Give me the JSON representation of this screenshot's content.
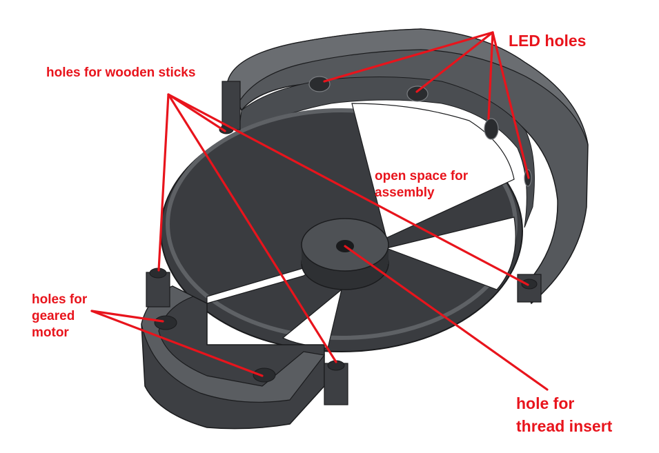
{
  "colors": {
    "annotation": "#e8141c",
    "part_dark": "#3a3c40",
    "part_mid": "#4e5155",
    "part_light": "#6a6d71",
    "edge": "#1a1b1d",
    "background": "#ffffff"
  },
  "labels": {
    "sticks": [
      "holes for wooden sticks"
    ],
    "led": [
      "LED holes"
    ],
    "open_space": [
      "open space for",
      "assembly"
    ],
    "motor": [
      "holes for",
      "geared",
      "motor"
    ],
    "thread_insert": [
      "hole for",
      "thread insert"
    ]
  }
}
